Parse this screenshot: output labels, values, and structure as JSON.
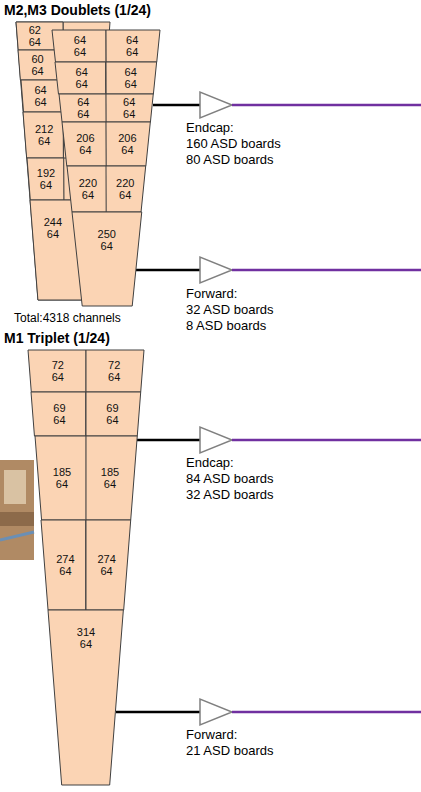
{
  "diagram": {
    "nodes": [
      {
        "text": [
          "62",
          "64"
        ]
      },
      {
        "text": [
          "60",
          "64"
        ]
      },
      {
        "text": [
          "64",
          "64"
        ]
      },
      {
        "text": [
          "212",
          "64"
        ]
      },
      {
        "text": [
          "192",
          "64"
        ]
      },
      {
        "text": [
          "244",
          "64"
        ]
      },
      {
        "text": [
          "64",
          "64"
        ]
      },
      {
        "text": [
          "64",
          "64"
        ]
      },
      {
        "text": [
          "64",
          "64"
        ]
      },
      {
        "text": [
          "64",
          "64"
        ]
      },
      {
        "text": [
          "64",
          "64"
        ]
      },
      {
        "text": [
          "64",
          "64"
        ]
      },
      {
        "text": [
          "206",
          "64"
        ]
      },
      {
        "text": [
          "206",
          "64"
        ]
      },
      {
        "text": [
          "220",
          "64"
        ]
      },
      {
        "text": [
          "220",
          "64"
        ]
      },
      {
        "text": [
          "250",
          "64"
        ]
      },
      {
        "text": [
          "72",
          "64"
        ]
      },
      {
        "text": [
          "72",
          "64"
        ]
      },
      {
        "text": [
          "69",
          "64"
        ]
      },
      {
        "text": [
          "69",
          "64"
        ]
      },
      {
        "text": [
          "185",
          "64"
        ]
      },
      {
        "text": [
          "185",
          "64"
        ]
      },
      {
        "text": [
          "274",
          "64"
        ]
      },
      {
        "text": [
          "274",
          "64"
        ]
      },
      {
        "text": [
          "314",
          "64"
        ]
      }
    ],
    "labels": [
      "M2,M3 Doublets (1/24)",
      "Endcap:",
      "160 ASD boards",
      "80 ASD boards",
      "Forward:",
      "32 ASD boards",
      "8 ASD boards",
      "Total:4318 channels",
      "M1 Triplet (1/24)",
      "Endcap:",
      "84 ASD boards",
      "32 ASD boards",
      "Forward:",
      "21 ASD boards"
    ]
  }
}
